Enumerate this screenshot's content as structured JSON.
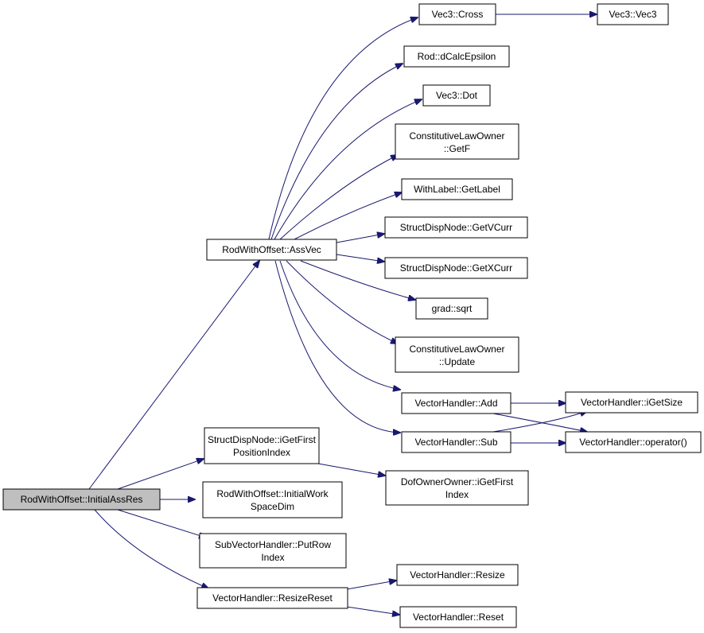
{
  "colors": {
    "edge": "#191970",
    "node_border": "#000000",
    "root_fill": "#bfbfbf",
    "node_fill": "#ffffff"
  },
  "nodes": {
    "root": {
      "lines": [
        "RodWithOffset::InitialAssRes"
      ]
    },
    "assvec": {
      "lines": [
        "RodWithOffset::AssVec"
      ]
    },
    "cross": {
      "lines": [
        "Vec3::Cross"
      ]
    },
    "vec3": {
      "lines": [
        "Vec3::Vec3"
      ]
    },
    "dcalc": {
      "lines": [
        "Rod::dCalcEpsilon"
      ]
    },
    "dot": {
      "lines": [
        "Vec3::Dot"
      ]
    },
    "getf": {
      "lines": [
        "ConstitutiveLawOwner",
        "::GetF"
      ]
    },
    "getlabel": {
      "lines": [
        "WithLabel::GetLabel"
      ]
    },
    "getvcurr": {
      "lines": [
        "StructDispNode::GetVCurr"
      ]
    },
    "getxcurr": {
      "lines": [
        "StructDispNode::GetXCurr"
      ]
    },
    "sqrt": {
      "lines": [
        "grad::sqrt"
      ]
    },
    "update": {
      "lines": [
        "ConstitutiveLawOwner",
        "::Update"
      ]
    },
    "add": {
      "lines": [
        "VectorHandler::Add"
      ]
    },
    "sub": {
      "lines": [
        "VectorHandler::Sub"
      ]
    },
    "igetsize": {
      "lines": [
        "VectorHandler::iGetSize"
      ]
    },
    "operator": {
      "lines": [
        "VectorHandler::operator()"
      ]
    },
    "igetfirstpos": {
      "lines": [
        "StructDispNode::iGetFirst",
        "PositionIndex"
      ]
    },
    "dofowner": {
      "lines": [
        "DofOwnerOwner::iGetFirst",
        "Index"
      ]
    },
    "initialwork": {
      "lines": [
        "RodWithOffset::InitialWork",
        "SpaceDim"
      ]
    },
    "putrow": {
      "lines": [
        "SubVectorHandler::PutRow",
        "Index"
      ]
    },
    "resizereset": {
      "lines": [
        "VectorHandler::ResizeReset"
      ]
    },
    "resize": {
      "lines": [
        "VectorHandler::Resize"
      ]
    },
    "reset": {
      "lines": [
        "VectorHandler::Reset"
      ]
    }
  }
}
